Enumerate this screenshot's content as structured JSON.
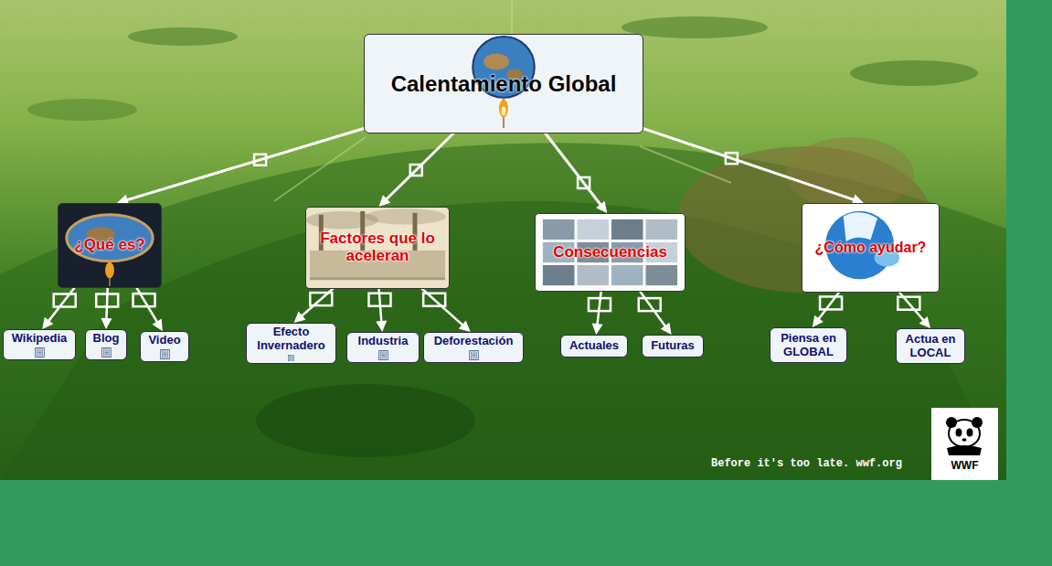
{
  "diagram": {
    "nodes": [
      {
        "text": [
          "Calentamiento Global"
        ]
      },
      {
        "text": [
          "¿Qué es?"
        ]
      },
      {
        "text": [
          "Factores que lo aceleran"
        ]
      },
      {
        "text": [
          "Consecuencias"
        ]
      },
      {
        "text": [
          "¿Cómo ayudar?"
        ]
      },
      {
        "text": [
          "Wikipedia"
        ]
      },
      {
        "text": [
          "Blog"
        ]
      },
      {
        "text": [
          "Video"
        ]
      },
      {
        "text": [
          "Efecto Invernadero"
        ]
      },
      {
        "text": [
          "Industria"
        ]
      },
      {
        "text": [
          "Deforestación"
        ]
      },
      {
        "text": [
          "Actuales"
        ]
      },
      {
        "text": [
          "Futuras"
        ]
      },
      {
        "text": [
          "Piensa en GLOBAL"
        ]
      },
      {
        "text": [
          "Actua en LOCAL"
        ]
      }
    ],
    "edges": [
      {
        "from": 0,
        "to": 1,
        "arrow": "to"
      },
      {
        "from": 0,
        "to": 2,
        "arrow": "to"
      },
      {
        "from": 0,
        "to": 3,
        "arrow": "to"
      },
      {
        "from": 0,
        "to": 4,
        "arrow": "to"
      },
      {
        "from": 1,
        "to": 5,
        "arrow": "to"
      },
      {
        "from": 1,
        "to": 6,
        "arrow": "to"
      },
      {
        "from": 1,
        "to": 7,
        "arrow": "to"
      },
      {
        "from": 2,
        "to": 8,
        "arrow": "to"
      },
      {
        "from": 2,
        "to": 9,
        "arrow": "to"
      },
      {
        "from": 2,
        "to": 10,
        "arrow": "to"
      },
      {
        "from": 3,
        "to": 11,
        "arrow": "to"
      },
      {
        "from": 3,
        "to": 12,
        "arrow": "to"
      },
      {
        "from": 4,
        "to": 13,
        "arrow": "to"
      },
      {
        "from": 4,
        "to": 14,
        "arrow": "to"
      }
    ],
    "labels": [
      "Before it's too late. wwf.org",
      "WWF"
    ]
  }
}
